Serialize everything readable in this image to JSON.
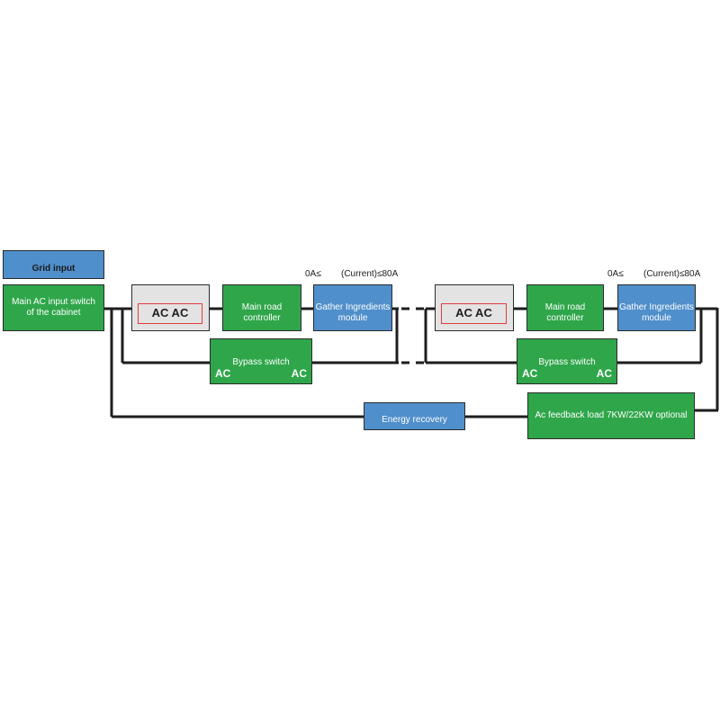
{
  "grid_input": "Grid input",
  "main_switch": "Main AC input switch of the cabinet",
  "units": [
    {
      "ac_ac": "AC AC",
      "main_controller": "Main road controller",
      "gather_module": "Gather Ingredients module",
      "current_min": "0A≤",
      "current_max": "(Current)≤80A",
      "bypass": "Bypass switch",
      "bypass_ac_left": "AC",
      "bypass_ac_right": "AC"
    },
    {
      "ac_ac": "AC AC",
      "main_controller": "Main road controller",
      "gather_module": "Gather Ingredients module",
      "current_min": "0A≤",
      "current_max": "(Current)≤80A",
      "bypass": "Bypass switch",
      "bypass_ac_left": "AC",
      "bypass_ac_right": "AC"
    }
  ],
  "energy_recovery": "Energy recovery",
  "feedback_load": "Ac feedback load 7KW/22KW optional",
  "colors": {
    "green": "#2fa64a",
    "blue": "#4f8fcb",
    "gray": "#e3e3e3",
    "red_border": "#e23b3b",
    "line": "#1e1e1e"
  }
}
